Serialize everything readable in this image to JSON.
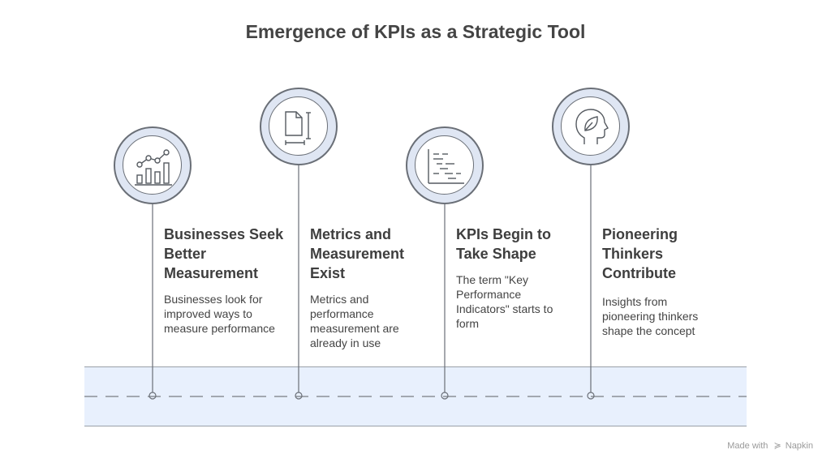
{
  "title": "Emergence of KPIs as a Strategic Tool",
  "steps": [
    {
      "title": "Businesses Seek Better Measurement",
      "description": "Businesses look for improved ways to measure performance",
      "icon": "chart-growth-icon"
    },
    {
      "title": "Metrics and Measurement Exist",
      "description": "Metrics and performance measurement are already in use",
      "icon": "document-measure-icon"
    },
    {
      "title": "KPIs Begin to Take Shape",
      "description": "The term \"Key Performance Indicators\" starts to form",
      "icon": "gantt-chart-icon"
    },
    {
      "title": "Pioneering Thinkers Contribute",
      "description": "Insights from pioneering thinkers shape the concept",
      "icon": "head-leaf-icon"
    }
  ],
  "footer": {
    "prefix": "Made with",
    "brand": "Napkin"
  },
  "colors": {
    "band": "#e8f0fd",
    "stroke": "#6a6f77",
    "circle_fill": "#dfe6f3",
    "title": "#444444"
  }
}
